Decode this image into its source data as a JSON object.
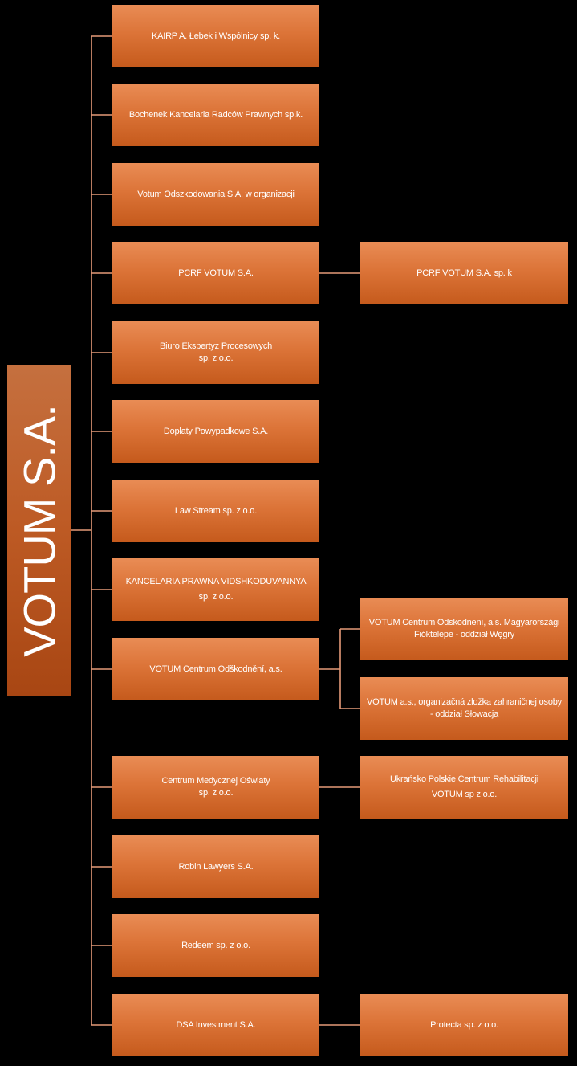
{
  "root": {
    "label": "VOTUM S.A."
  },
  "subsidiaries": [
    {
      "lines": [
        "KAIRP A. Łebek i Wspólnicy sp. k."
      ],
      "children": []
    },
    {
      "lines": [
        "Bochenek Kancelaria Radców Prawnych sp.k."
      ],
      "children": []
    },
    {
      "lines": [
        "Votum Odszkodowania S.A. w organizacji"
      ],
      "children": []
    },
    {
      "lines": [
        "PCRF VOTUM S.A."
      ],
      "children": [
        {
          "lines": [
            "PCRF VOTUM S.A. sp. k"
          ]
        }
      ]
    },
    {
      "lines": [
        "Biuro Ekspertyz Procesowych",
        "sp. z o.o."
      ],
      "children": []
    },
    {
      "lines": [
        "Dopłaty Powypadkowe S.A."
      ],
      "children": []
    },
    {
      "lines": [
        "Law Stream sp. z o.o."
      ],
      "children": []
    },
    {
      "lines": [
        "KANCELARIA PRAWNA VIDSHKODUVANNYA",
        "sp. z o.o."
      ],
      "children": []
    },
    {
      "lines": [
        "VOTUM Centrum Odškodnění, a.s."
      ],
      "children": [
        {
          "lines": [
            "VOTUM Centrum Odskodnení, a.s. Magyarországi",
            "Fióktelepe - oddział Węgry"
          ]
        },
        {
          "lines": [
            "VOTUM a.s., organizačná zložka zahraničnej osoby",
            "- oddział Słowacja"
          ]
        }
      ]
    },
    {
      "lines": [
        "Centrum Medycznej Oświaty",
        "sp. z o.o."
      ],
      "children": [
        {
          "lines": [
            "Ukrańsko Polskie Centrum Rehabilitacji",
            "VOTUM sp z o.o."
          ]
        }
      ]
    },
    {
      "lines": [
        "Robin Lawyers S.A."
      ],
      "children": []
    },
    {
      "lines": [
        "Redeem sp. z o.o."
      ],
      "children": []
    },
    {
      "lines": [
        "DSA Investment S.A."
      ],
      "children": [
        {
          "lines": [
            "Protecta sp. z o.o."
          ]
        }
      ]
    }
  ]
}
